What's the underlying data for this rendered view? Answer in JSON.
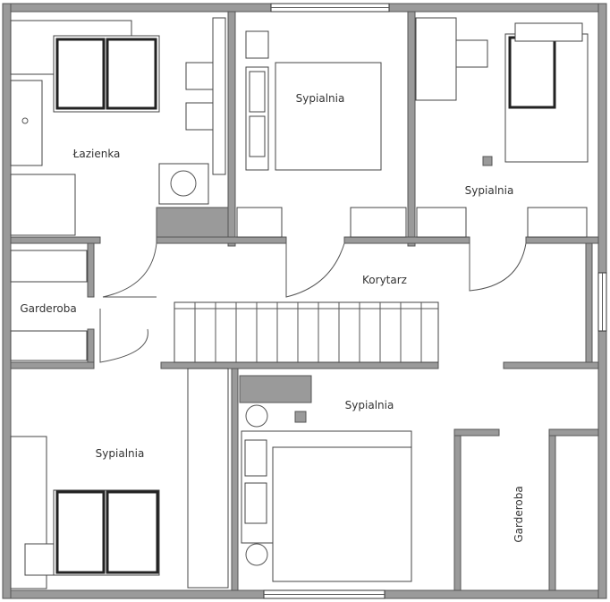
{
  "rooms": {
    "bathroom": "Łazienka",
    "bedroom_top_center": "Sypialnia",
    "bedroom_top_right": "Sypialnia",
    "corridor": "Korytarz",
    "wardrobe_left": "Garderoba",
    "bedroom_bottom_left": "Sypialnia",
    "bedroom_bottom_center": "Sypialnia",
    "wardrobe_right": "Garderoba"
  },
  "colors": {
    "wall": "#9a9a9a",
    "line": "#444444"
  }
}
